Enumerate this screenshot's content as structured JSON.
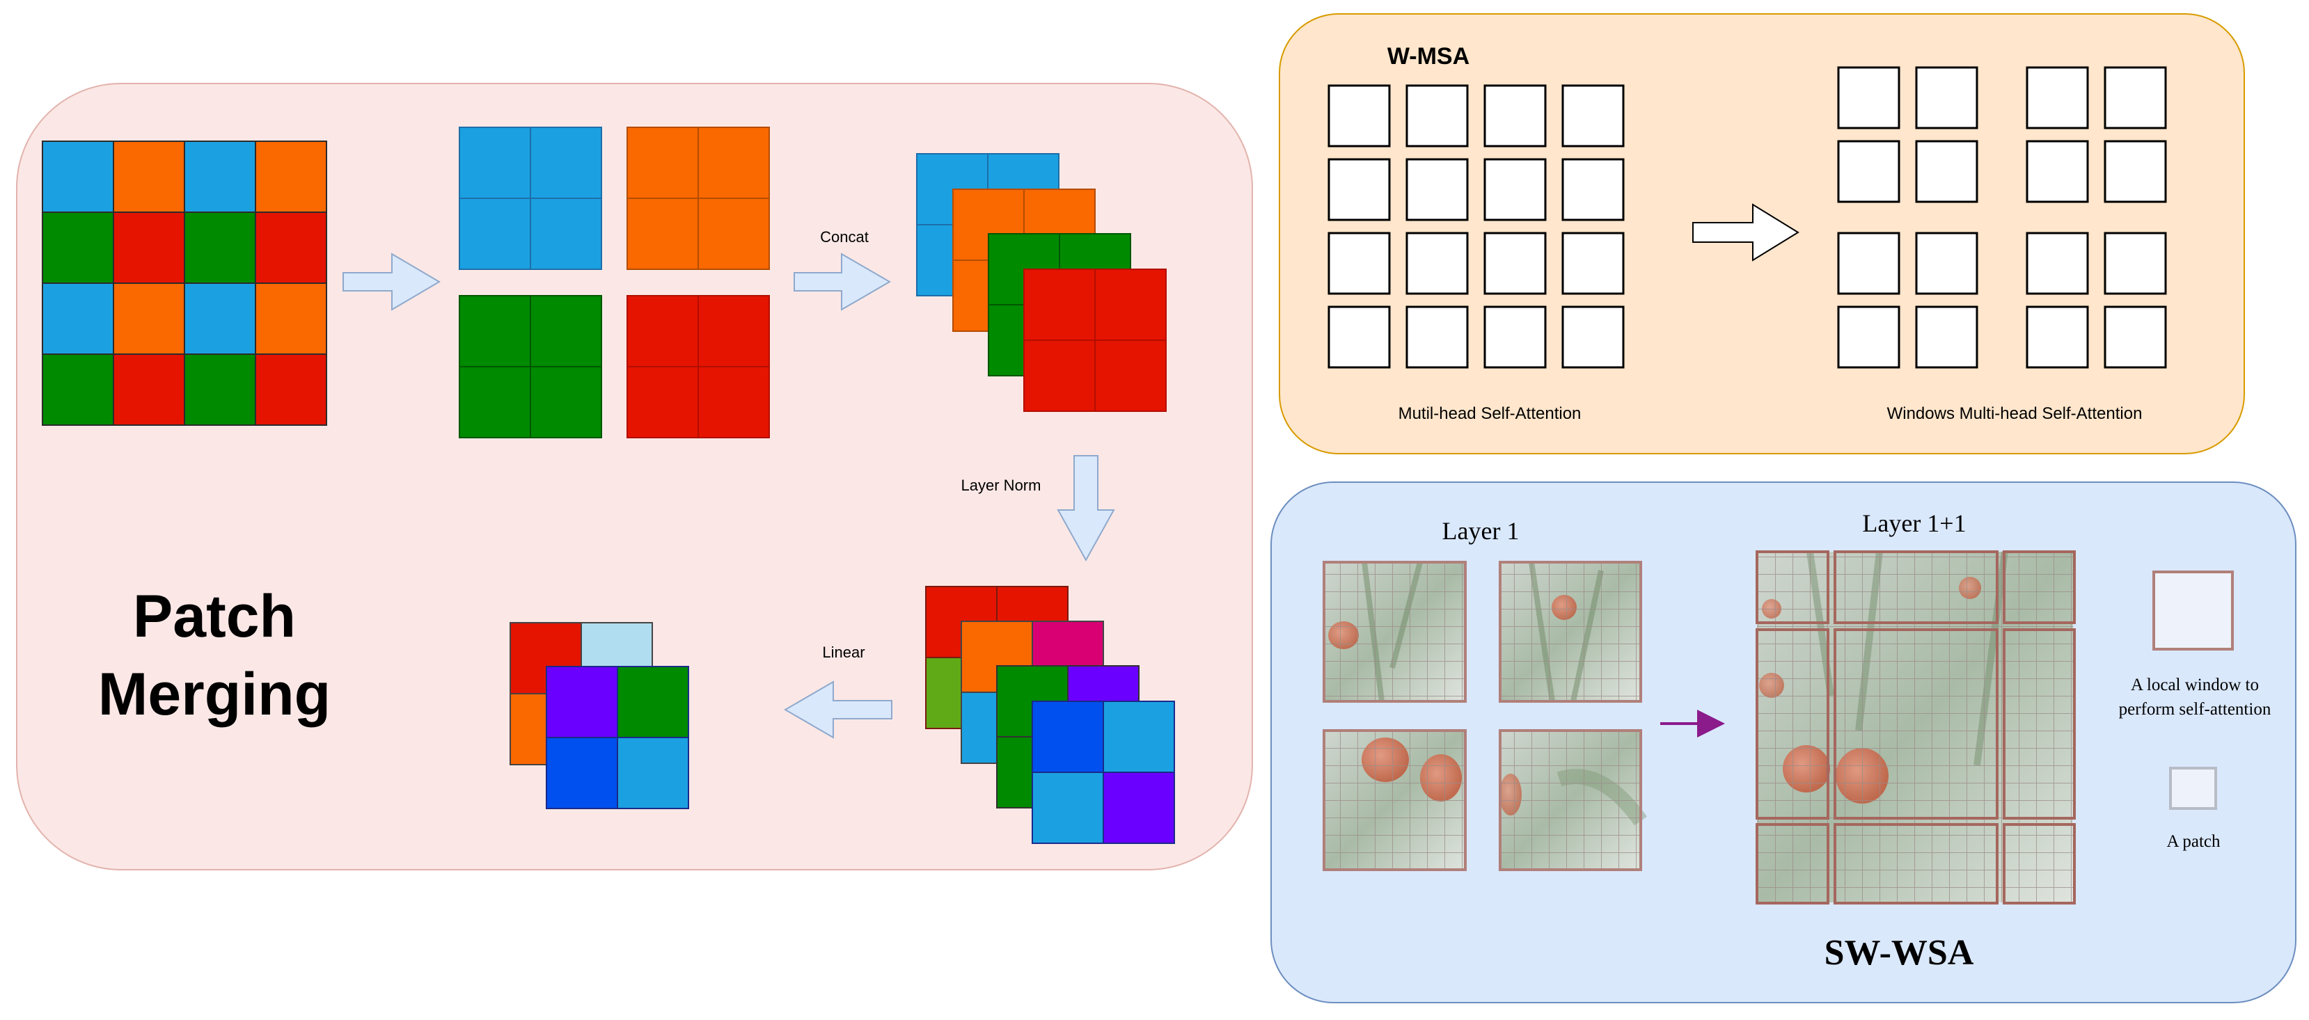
{
  "patch_merging": {
    "title_line1": "Patch",
    "title_line2": "Merging",
    "concat_label": "Concat",
    "layer_norm_label": "Layer Norm",
    "linear_label": "Linear",
    "colors": {
      "blue": "#1ba1e2",
      "orange": "#fa6800",
      "green": "#008a00",
      "red": "#e51400",
      "violet": "#6a00ff",
      "cobalt": "#0050ef",
      "light_blue": "#b1ddf0",
      "magenta": "#d80073",
      "lime": "#60a917",
      "panel_bg": "#fbe8e6",
      "arrow_fill": "#dae8fc"
    }
  },
  "w_msa": {
    "title": "W-MSA",
    "left_caption": "Mutil-head Self-Attention",
    "right_caption": "Windows Multi-head Self-Attention",
    "panel_bg": "#ffe6cc",
    "panel_border": "#d79b00"
  },
  "sw_wsa": {
    "layer1_label": "Layer 1",
    "layer2_label": "Layer 1+1",
    "title": "SW-WSA",
    "legend_window_label_line1": "A local window to",
    "legend_window_label_line2": "perform self-attention",
    "legend_patch_label": "A patch",
    "panel_bg": "#dae8fc",
    "panel_border": "#6c8ebf",
    "window_border": "#b0807a",
    "arrow_color": "#8b1a8b"
  }
}
